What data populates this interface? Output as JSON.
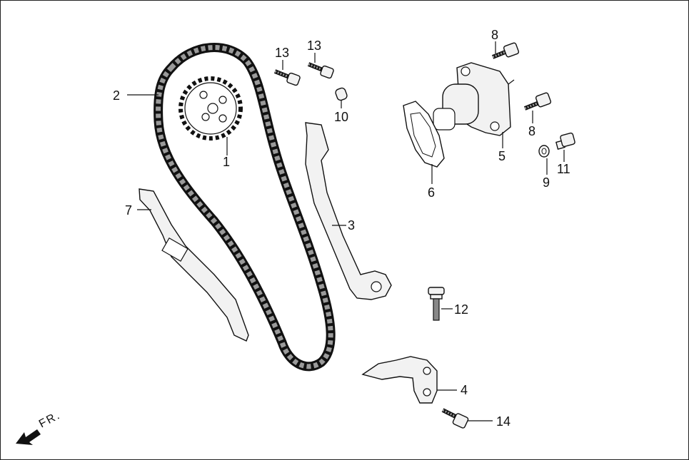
{
  "diagram": {
    "direction_label": "FR.",
    "callouts": [
      {
        "id": "c1",
        "label": "1"
      },
      {
        "id": "c2",
        "label": "2"
      },
      {
        "id": "c3",
        "label": "3"
      },
      {
        "id": "c4",
        "label": "4"
      },
      {
        "id": "c5",
        "label": "5"
      },
      {
        "id": "c6",
        "label": "6"
      },
      {
        "id": "c7",
        "label": "7"
      },
      {
        "id": "c8a",
        "label": "8"
      },
      {
        "id": "c8b",
        "label": "8"
      },
      {
        "id": "c9",
        "label": "9"
      },
      {
        "id": "c10",
        "label": "10"
      },
      {
        "id": "c11",
        "label": "11"
      },
      {
        "id": "c12",
        "label": "12"
      },
      {
        "id": "c13a",
        "label": "13"
      },
      {
        "id": "c13b",
        "label": "13"
      },
      {
        "id": "c14",
        "label": "14"
      }
    ]
  }
}
